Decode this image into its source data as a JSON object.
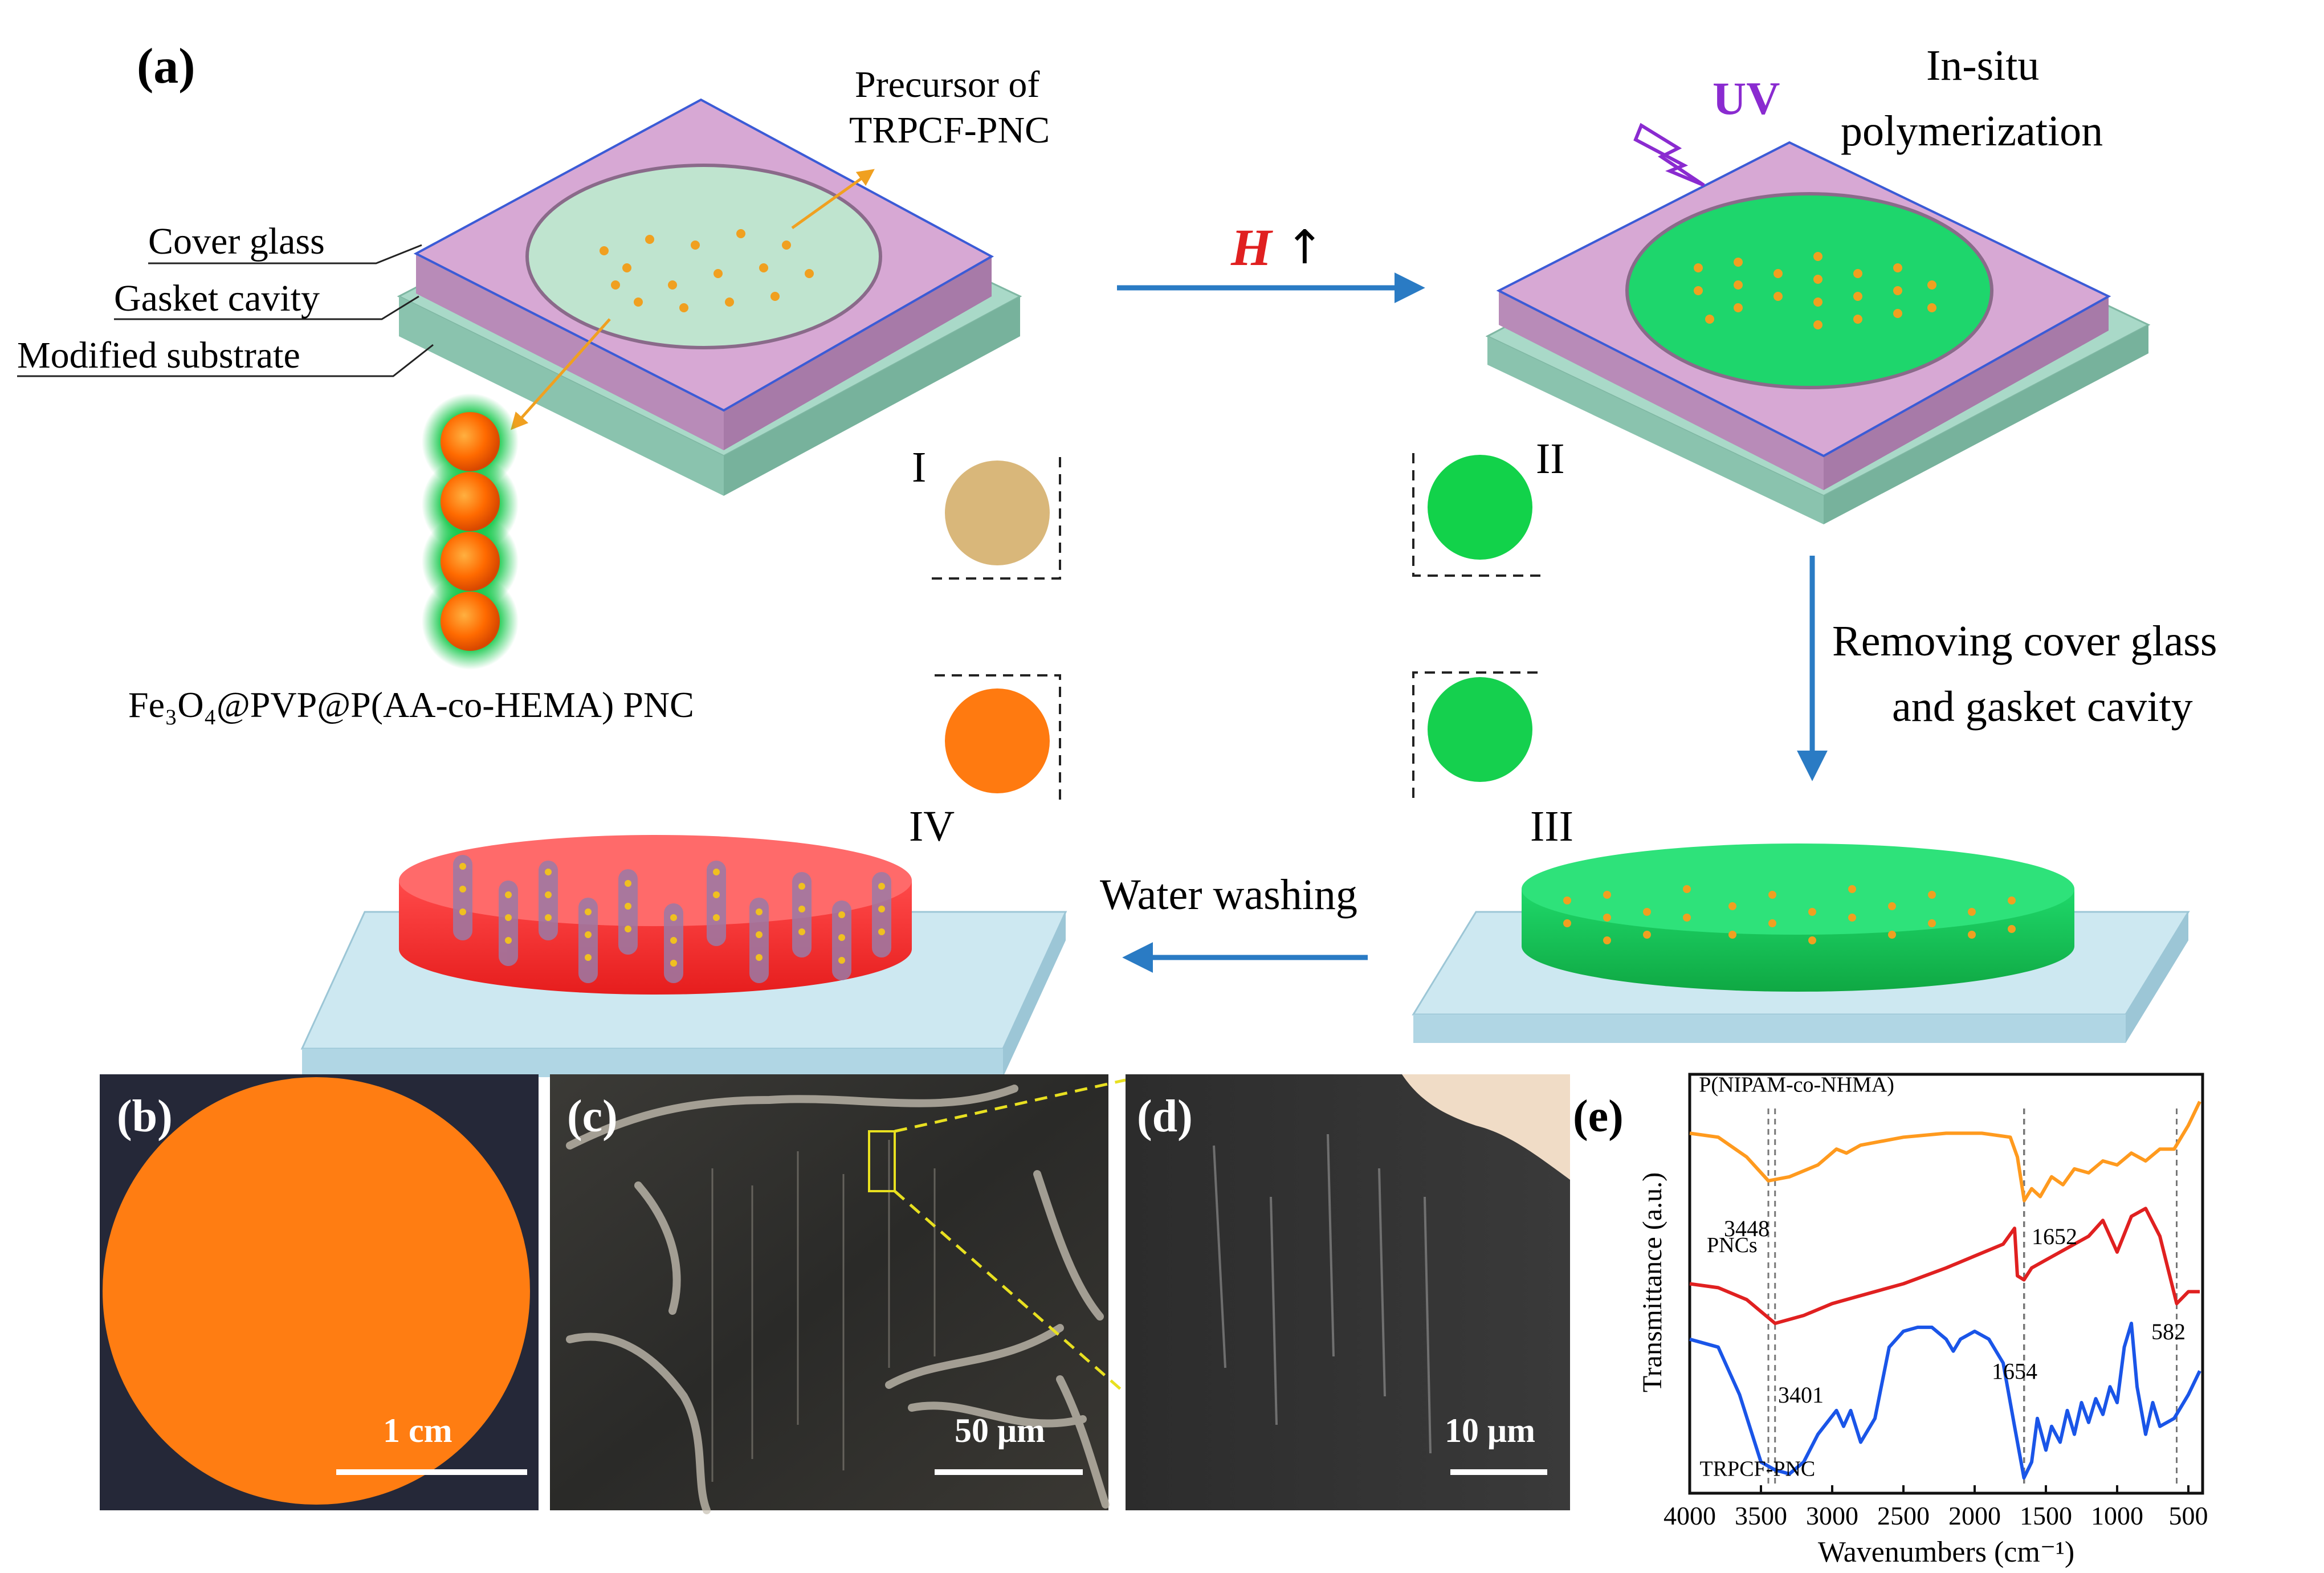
{
  "panel_a": {
    "label": "(a)",
    "precursor_label_line1": "Precursor of",
    "precursor_label_line2": "TRPCF-PNC",
    "cover_glass": "Cover glass",
    "gasket_cavity": "Gasket cavity",
    "modified_substrate": "Modified substrate",
    "field_symbol": "H",
    "field_arrow": "↑",
    "uv_label": "UV",
    "polymerization_line1": "In-situ",
    "polymerization_line2": "polymerization",
    "removing_line1": "Removing cover glass",
    "removing_line2": "and gasket cavity",
    "washing_label": "Water washing",
    "pnc_formula": "Fe₃O₄@PVP@P(AA-co-HEMA) PNC",
    "stage_labels": [
      "I",
      "II",
      "III",
      "IV"
    ],
    "stage_colors": [
      "#d9b77a",
      "#12d24a",
      "#15d04e",
      "#ff7a10"
    ]
  },
  "panel_b": {
    "label": "(b)",
    "scale": "1 cm",
    "disc_color": "#ff7d12"
  },
  "panel_c": {
    "label": "(c)",
    "scale": "50 μm"
  },
  "panel_d": {
    "label": "(d)",
    "scale": "10 μm"
  },
  "panel_e": {
    "label": "(e)",
    "chart_data": {
      "type": "line",
      "xlabel": "Wavenumbers (cm⁻¹)",
      "ylabel": "Transmittance (a.u.)",
      "xlim": [
        4000,
        400
      ],
      "x_reversed": true,
      "x_ticks": [
        4000,
        3500,
        3000,
        2500,
        2000,
        1500,
        1000,
        500
      ],
      "series": [
        {
          "name": "P(NIPAM-co-NHMA)",
          "color": "#ff9a1e",
          "points": [
            [
              4000,
              0.88
            ],
            [
              3800,
              0.87
            ],
            [
              3600,
              0.82
            ],
            [
              3448,
              0.76
            ],
            [
              3300,
              0.77
            ],
            [
              3100,
              0.8
            ],
            [
              2970,
              0.84
            ],
            [
              2900,
              0.83
            ],
            [
              2800,
              0.85
            ],
            [
              2500,
              0.87
            ],
            [
              2200,
              0.88
            ],
            [
              1950,
              0.88
            ],
            [
              1750,
              0.87
            ],
            [
              1700,
              0.82
            ],
            [
              1652,
              0.71
            ],
            [
              1600,
              0.74
            ],
            [
              1540,
              0.72
            ],
            [
              1460,
              0.77
            ],
            [
              1380,
              0.75
            ],
            [
              1300,
              0.79
            ],
            [
              1200,
              0.78
            ],
            [
              1100,
              0.81
            ],
            [
              1000,
              0.8
            ],
            [
              900,
              0.83
            ],
            [
              800,
              0.81
            ],
            [
              700,
              0.84
            ],
            [
              600,
              0.84
            ],
            [
              500,
              0.9
            ],
            [
              420,
              0.96
            ]
          ]
        },
        {
          "name": "PNCs",
          "color": "#e02020",
          "points": [
            [
              4000,
              0.5
            ],
            [
              3800,
              0.49
            ],
            [
              3600,
              0.46
            ],
            [
              3401,
              0.4
            ],
            [
              3200,
              0.42
            ],
            [
              3000,
              0.45
            ],
            [
              2800,
              0.47
            ],
            [
              2500,
              0.5
            ],
            [
              2200,
              0.54
            ],
            [
              2000,
              0.57
            ],
            [
              1800,
              0.6
            ],
            [
              1720,
              0.64
            ],
            [
              1700,
              0.52
            ],
            [
              1654,
              0.51
            ],
            [
              1600,
              0.54
            ],
            [
              1500,
              0.56
            ],
            [
              1400,
              0.58
            ],
            [
              1300,
              0.6
            ],
            [
              1200,
              0.62
            ],
            [
              1100,
              0.66
            ],
            [
              1000,
              0.58
            ],
            [
              900,
              0.67
            ],
            [
              800,
              0.69
            ],
            [
              700,
              0.62
            ],
            [
              582,
              0.45
            ],
            [
              500,
              0.48
            ],
            [
              420,
              0.48
            ]
          ]
        },
        {
          "name": "TRPCF-PNC",
          "color": "#1a55e8",
          "points": [
            [
              4000,
              0.36
            ],
            [
              3800,
              0.34
            ],
            [
              3650,
              0.22
            ],
            [
              3500,
              0.05
            ],
            [
              3401,
              0.03
            ],
            [
              3300,
              0.02
            ],
            [
              3200,
              0.05
            ],
            [
              3100,
              0.12
            ],
            [
              2970,
              0.18
            ],
            [
              2920,
              0.14
            ],
            [
              2870,
              0.18
            ],
            [
              2800,
              0.1
            ],
            [
              2700,
              0.16
            ],
            [
              2600,
              0.34
            ],
            [
              2500,
              0.38
            ],
            [
              2400,
              0.39
            ],
            [
              2300,
              0.39
            ],
            [
              2200,
              0.36
            ],
            [
              2150,
              0.33
            ],
            [
              2100,
              0.36
            ],
            [
              2000,
              0.38
            ],
            [
              1900,
              0.36
            ],
            [
              1800,
              0.3
            ],
            [
              1720,
              0.14
            ],
            [
              1654,
              0.01
            ],
            [
              1600,
              0.05
            ],
            [
              1560,
              0.16
            ],
            [
              1500,
              0.08
            ],
            [
              1460,
              0.14
            ],
            [
              1400,
              0.1
            ],
            [
              1350,
              0.18
            ],
            [
              1300,
              0.12
            ],
            [
              1250,
              0.2
            ],
            [
              1200,
              0.15
            ],
            [
              1150,
              0.21
            ],
            [
              1100,
              0.17
            ],
            [
              1050,
              0.24
            ],
            [
              1000,
              0.2
            ],
            [
              950,
              0.34
            ],
            [
              900,
              0.4
            ],
            [
              860,
              0.24
            ],
            [
              800,
              0.12
            ],
            [
              750,
              0.2
            ],
            [
              700,
              0.14
            ],
            [
              600,
              0.16
            ],
            [
              500,
              0.22
            ],
            [
              420,
              0.28
            ]
          ]
        }
      ],
      "annotations": [
        "3448",
        "1652",
        "3401",
        "1654",
        "582"
      ],
      "grid": false,
      "legend": "inline labels"
    }
  }
}
